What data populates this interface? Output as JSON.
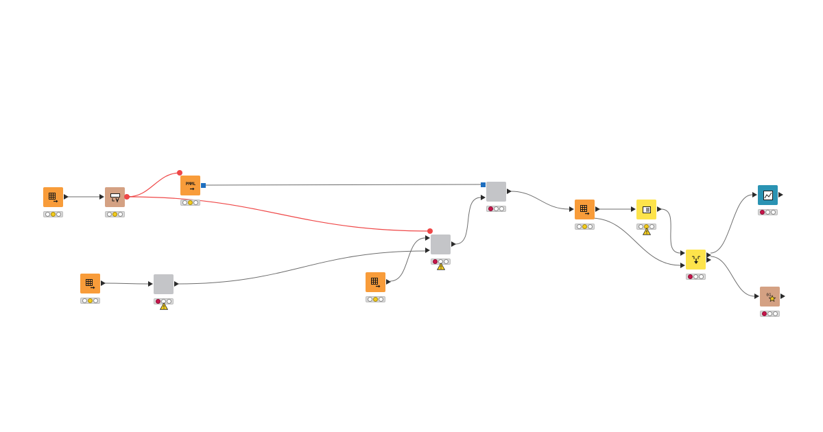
{
  "colors": {
    "orange": "#f89c3a",
    "beige": "#d4a183",
    "gray": "#c4c5c8",
    "yellow": "#fde34b",
    "teal": "#2a93b3",
    "connection": "#6b6b6b",
    "flow_variable": "#ef4747",
    "light_red": "#c8154b",
    "light_yellow": "#f3cc1d"
  },
  "nodes": [
    {
      "id": "n1",
      "type": "source",
      "icon": "table-reader-icon",
      "color": "orange",
      "status": [
        "off",
        "yellow",
        "off"
      ],
      "warning": false
    },
    {
      "id": "n2",
      "type": "manipulator",
      "icon": "row-filter-icon",
      "color": "beige",
      "status": [
        "off",
        "yellow",
        "off"
      ],
      "warning": false
    },
    {
      "id": "n3",
      "type": "source",
      "icon": "pmml-reader-icon",
      "color": "orange",
      "status": [
        "off",
        "yellow",
        "off"
      ],
      "warning": false
    },
    {
      "id": "n4",
      "type": "source",
      "icon": "table-reader-icon",
      "color": "orange",
      "status": [
        "off",
        "yellow",
        "off"
      ],
      "warning": false
    },
    {
      "id": "n5",
      "type": "metanode",
      "icon": "",
      "color": "gray",
      "status": [
        "red",
        "off",
        "off"
      ],
      "warning": true
    },
    {
      "id": "n6",
      "type": "source",
      "icon": "table-reader-icon",
      "color": "orange",
      "status": [
        "off",
        "yellow",
        "off"
      ],
      "warning": false
    },
    {
      "id": "n7",
      "type": "metanode",
      "icon": "",
      "color": "gray",
      "status": [
        "red",
        "off",
        "off"
      ],
      "warning": true
    },
    {
      "id": "n8",
      "type": "metanode",
      "icon": "",
      "color": "gray",
      "status": [
        "red",
        "off",
        "off"
      ],
      "warning": false
    },
    {
      "id": "n9",
      "type": "source",
      "icon": "table-reader-icon",
      "color": "orange",
      "status": [
        "off",
        "yellow",
        "off"
      ],
      "warning": false
    },
    {
      "id": "n10",
      "type": "utility",
      "icon": "document-icon",
      "color": "yellow",
      "status": [
        "off",
        "yellow",
        "off"
      ],
      "warning": true
    },
    {
      "id": "n11",
      "type": "utility",
      "icon": "merge-icon",
      "color": "yellow",
      "status": [
        "red",
        "off",
        "off"
      ],
      "warning": false
    },
    {
      "id": "n12",
      "type": "visualizer",
      "icon": "line-chart-icon",
      "color": "teal",
      "status": [
        "red",
        "off",
        "off"
      ],
      "warning": false
    },
    {
      "id": "n13",
      "type": "manipulator",
      "icon": "number-to-string-icon",
      "color": "beige",
      "status": [
        "red",
        "off",
        "off"
      ],
      "warning": false
    }
  ],
  "node_texts": {
    "n3": "PMML",
    "n13": "01"
  },
  "connections": [
    {
      "from": "n1",
      "to": "n2",
      "kind": "data"
    },
    {
      "from": "n2",
      "to": "n3",
      "kind": "flow"
    },
    {
      "from": "n2",
      "to": "n7",
      "kind": "flow"
    },
    {
      "from": "n3",
      "to": "n8",
      "kind": "model"
    },
    {
      "from": "n4",
      "to": "n5",
      "kind": "data"
    },
    {
      "from": "n5",
      "to": "n7",
      "kind": "data"
    },
    {
      "from": "n6",
      "to": "n7",
      "kind": "data"
    },
    {
      "from": "n7",
      "to": "n8",
      "kind": "data"
    },
    {
      "from": "n8",
      "to": "n9",
      "kind": "data"
    },
    {
      "from": "n9",
      "to": "n10",
      "kind": "data"
    },
    {
      "from": "n9",
      "to": "n11",
      "kind": "data"
    },
    {
      "from": "n10",
      "to": "n11",
      "kind": "data"
    },
    {
      "from": "n11",
      "to": "n12",
      "kind": "data"
    },
    {
      "from": "n11",
      "to": "n13",
      "kind": "data"
    }
  ]
}
